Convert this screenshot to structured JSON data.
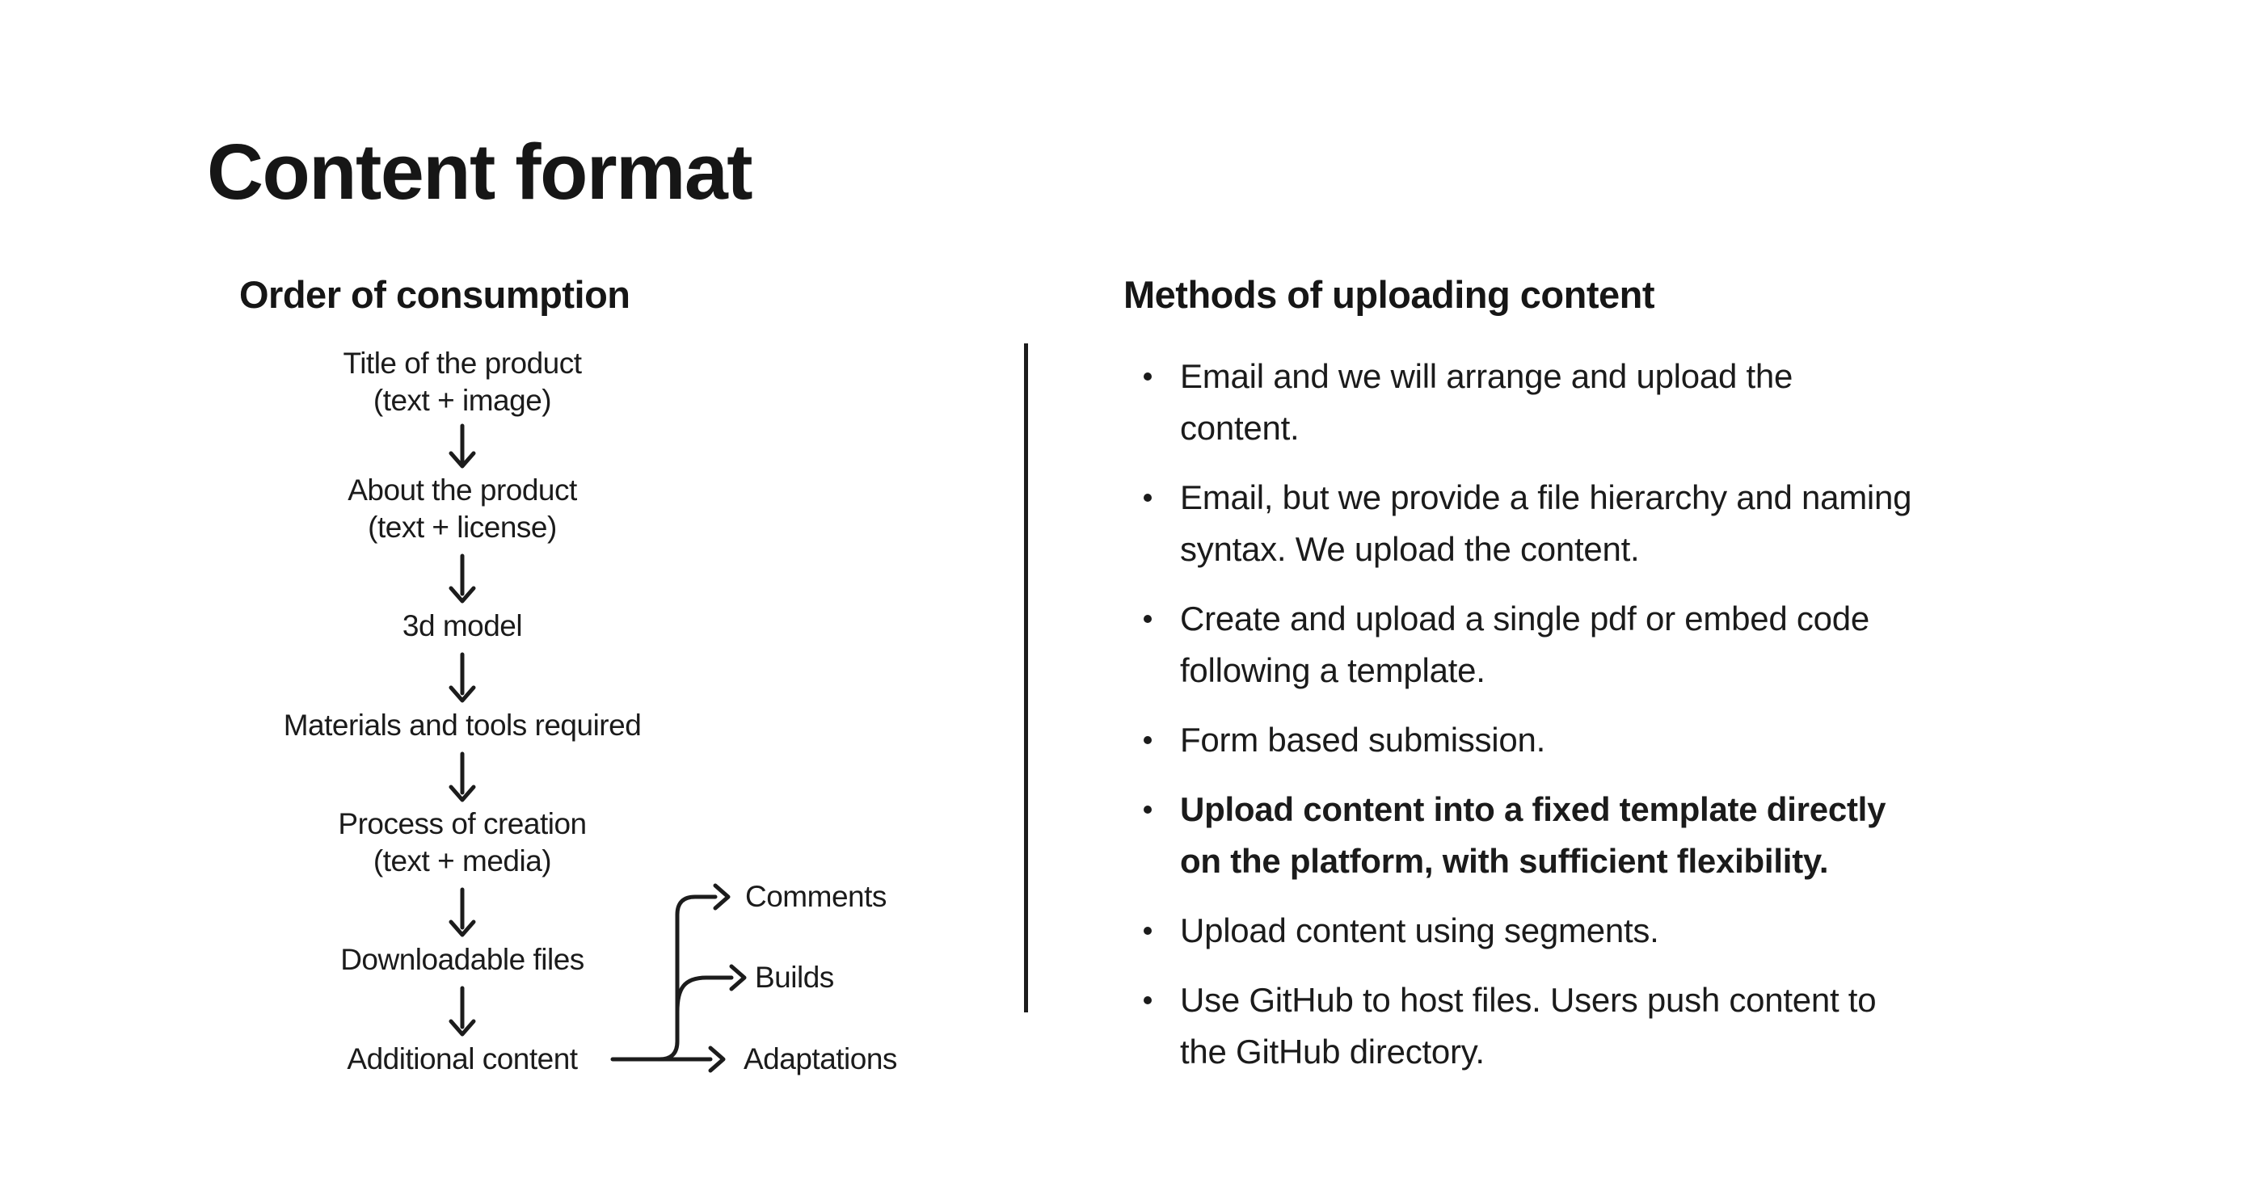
{
  "page": {
    "title": "Content format"
  },
  "colors": {
    "ink": "#1b1b1b",
    "background": "#ffffff"
  },
  "order_section": {
    "heading": "Order of consumption",
    "nodes": [
      {
        "label": "Title of the product\n(text + image)"
      },
      {
        "label": "About the product\n(text + license)"
      },
      {
        "label": "3d model"
      },
      {
        "label": "Materials and tools required"
      },
      {
        "label": "Process of creation\n(text + media)"
      },
      {
        "label": "Downloadable files"
      },
      {
        "label": "Additional content"
      }
    ],
    "branch_labels": [
      "Comments",
      "Builds",
      "Adaptations"
    ]
  },
  "methods_section": {
    "heading": "Methods of uploading content",
    "bullets": [
      {
        "text": "Email and we will arrange and upload the\ncontent.",
        "weight": "regular"
      },
      {
        "text": "Email, but we provide a file hierarchy and naming\nsyntax. We upload the content.",
        "weight": "regular"
      },
      {
        "text": "Create and upload a single pdf or embed code\nfollowing a template.",
        "weight": "regular"
      },
      {
        "text": "Form based submission.",
        "weight": "regular"
      },
      {
        "text": "Upload content into a fixed template directly\non the platform, with sufficient flexibility.",
        "weight": "bold"
      },
      {
        "text": "Upload content using segments.",
        "weight": "regular"
      },
      {
        "text": "Use GitHub to host files. Users push content to\nthe GitHub directory.",
        "weight": "regular"
      }
    ]
  }
}
